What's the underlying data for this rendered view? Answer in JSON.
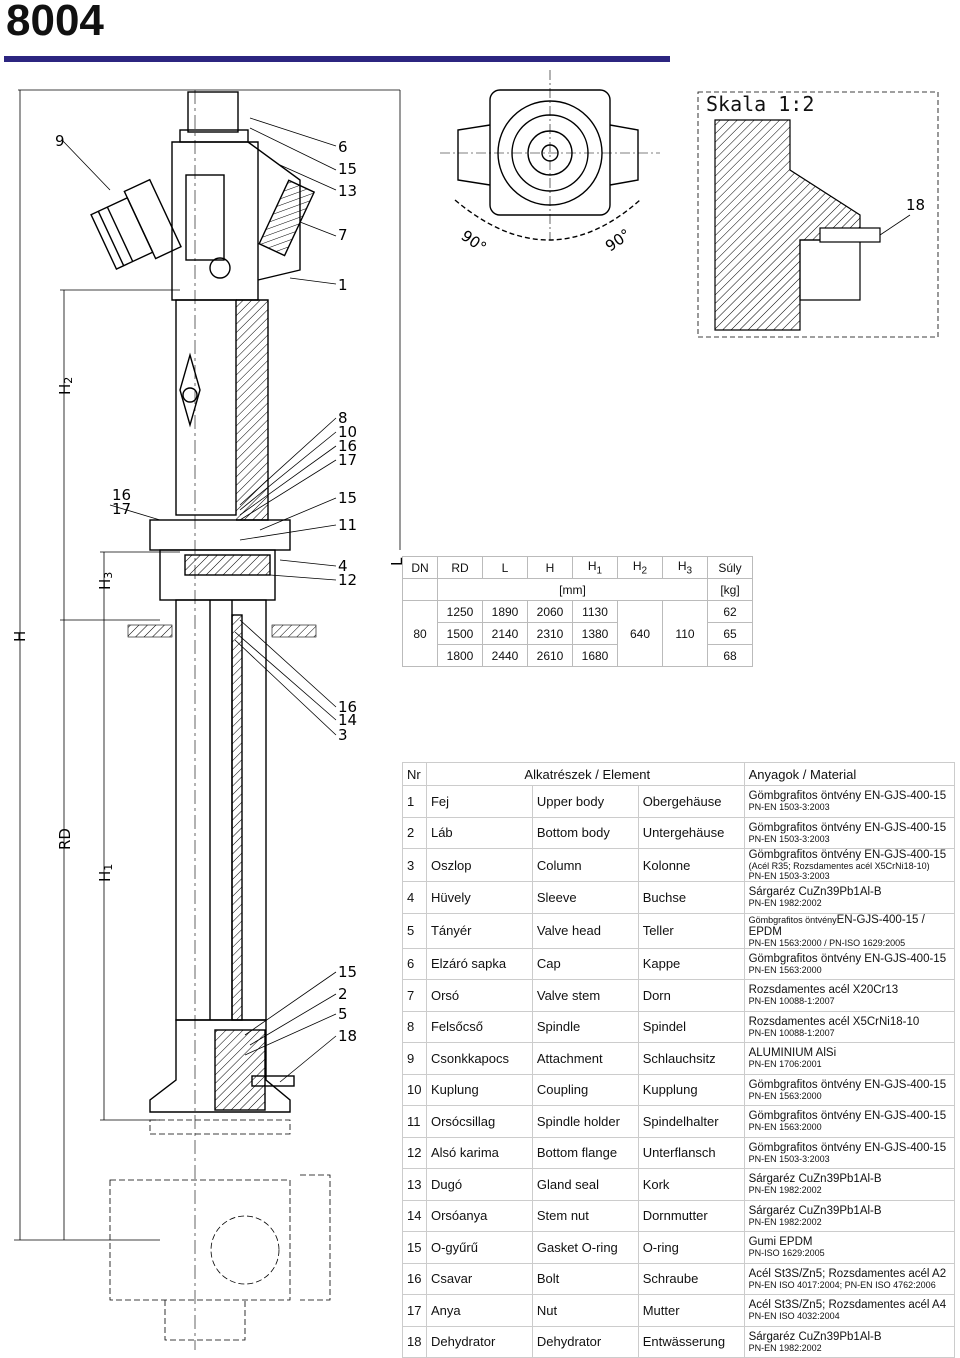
{
  "title": "8004",
  "scale_label": "Skala 1:2",
  "angles": [
    "90°",
    "90°"
  ],
  "callouts": {
    "c9": "9",
    "c6": "6",
    "c15a": "15",
    "c13": "13",
    "c7": "7",
    "c1": "1",
    "c8": "8",
    "c10": "10",
    "c16a": "16",
    "c17a": "17",
    "c15b": "15",
    "c16b": "16",
    "c17b": "17",
    "c11": "11",
    "c4": "4",
    "c12": "12",
    "c16c": "16",
    "c14": "14",
    "c3": "3",
    "c15c": "15",
    "c2": "2",
    "c5": "5",
    "c18a": "18",
    "c18b": "18"
  },
  "dims": {
    "H": "H",
    "H2": "H",
    "H2sub": "2",
    "H3": "H",
    "H3sub": "3",
    "RD": "RD",
    "H1": "H",
    "H1sub": "1",
    "L": "L"
  },
  "dim_table": {
    "headers": [
      "DN",
      "RD",
      "L",
      "H",
      "H",
      "H",
      "H",
      "Súly"
    ],
    "header_subs": [
      "",
      "",
      "",
      "",
      "1",
      "2",
      "3",
      ""
    ],
    "units": [
      "",
      "[mm]",
      "[kg]"
    ],
    "dn": "80",
    "h2": "640",
    "h3": "110",
    "rows": [
      [
        "1250",
        "1890",
        "2060",
        "1130",
        "62"
      ],
      [
        "1500",
        "2140",
        "2310",
        "1380",
        "65"
      ],
      [
        "1800",
        "2440",
        "2610",
        "1680",
        "68"
      ]
    ]
  },
  "parts_table": {
    "headers": {
      "nr": "Nr",
      "element": "Alkatrészek / Element",
      "material": "Anyagok / Material"
    },
    "rows": [
      {
        "nr": "1",
        "hu": "Fej",
        "en": "Upper body",
        "de": "Obergehäuse",
        "mat": "Gömbgrafitos öntvény  EN-GJS-400-15",
        "std": "PN-EN 1503-3:2003"
      },
      {
        "nr": "2",
        "hu": "Láb",
        "en": "Bottom body",
        "de": "Untergehäuse",
        "mat": "Gömbgrafitos öntvény  EN-GJS-400-15",
        "std": "PN-EN 1503-3:2003"
      },
      {
        "nr": "3",
        "hu": "Oszlop",
        "en": "Column",
        "de": "Kolonne",
        "mat": "Gömbgrafitos öntvény  EN-GJS-400-15",
        "mat2": "(Acél R35; Rozsdamentes acél X5CrNi18-10)",
        "std": "PN-EN 1503-3:2003"
      },
      {
        "nr": "4",
        "hu": "Hüvely",
        "en": "Sleeve",
        "de": "Buchse",
        "mat": "Sárgaréz CuZn39Pb1Al-B",
        "std": "PN-EN 1982:2002"
      },
      {
        "nr": "5",
        "hu": "Tányér",
        "en": "Valve head",
        "de": "Teller",
        "mat_small": "Gömbgrafitos öntvény",
        "mat": "EN-GJS-400-15 / EPDM",
        "std": "PN-EN 1563:2000 / PN-ISO 1629:2005"
      },
      {
        "nr": "6",
        "hu": "Elzáró sapka",
        "en": "Cap",
        "de": "Kappe",
        "mat": "Gömbgrafitos öntvény  EN-GJS-400-15",
        "std": "PN-EN 1563:2000"
      },
      {
        "nr": "7",
        "hu": "Orsó",
        "en": "Valve stem",
        "de": "Dorn",
        "mat": "Rozsdamentes acél X20Cr13",
        "std": "PN-EN 10088-1:2007"
      },
      {
        "nr": "8",
        "hu": "Felsőcső",
        "en": "Spindle",
        "de": "Spindel",
        "mat": "Rozsdamentes acél X5CrNi18-10",
        "std": "PN-EN 10088-1:2007"
      },
      {
        "nr": "9",
        "hu": "Csonkkapocs",
        "en": "Attachment",
        "de": "Schlauchsitz",
        "mat": "ALUMINIUM AlSi",
        "std": "PN-EN 1706:2001"
      },
      {
        "nr": "10",
        "hu": "Kuplung",
        "en": "Coupling",
        "de": "Kupplung",
        "mat": "Gömbgrafitos öntvény  EN-GJS-400-15",
        "std": "PN-EN 1563:2000"
      },
      {
        "nr": "11",
        "hu": "Orsócsillag",
        "en": "Spindle holder",
        "de": "Spindelhalter",
        "mat": "Gömbgrafitos öntvény  EN-GJS-400-15",
        "std": "PN-EN 1563:2000"
      },
      {
        "nr": "12",
        "hu": "Alsó karima",
        "en": "Bottom flange",
        "de": "Unterflansch",
        "mat": "Gömbgrafitos öntvény  EN-GJS-400-15",
        "std": "PN-EN 1503-3:2003"
      },
      {
        "nr": "13",
        "hu": "Dugó",
        "en": "Gland seal",
        "de": "Kork",
        "mat": "Sárgaréz CuZn39Pb1Al-B",
        "std": "PN-EN 1982:2002"
      },
      {
        "nr": "14",
        "hu": "Orsóanya",
        "en": "Stem nut",
        "de": "Dornmutter",
        "mat": "Sárgaréz CuZn39Pb1Al-B",
        "std": "PN-EN 1982:2002"
      },
      {
        "nr": "15",
        "hu": "O-gyűrű",
        "en": "Gasket O-ring",
        "de": "O-ring",
        "mat": "Gumi EPDM",
        "std": "PN-ISO 1629:2005"
      },
      {
        "nr": "16",
        "hu": "Csavar",
        "en": "Bolt",
        "de": "Schraube",
        "mat": "Acél St3S/Zn5; Rozsdamentes acél A2",
        "std": "PN-EN ISO 4017:2004; PN-EN ISO 4762:2006"
      },
      {
        "nr": "17",
        "hu": "Anya",
        "en": "Nut",
        "de": "Mutter",
        "mat": "Acél St3S/Zn5; Rozsdamentes acél A4",
        "std": "PN-EN ISO 4032:2004"
      },
      {
        "nr": "18",
        "hu": "Dehydrator",
        "en": "Dehydrator",
        "de": "Entwässerung",
        "mat": "Sárgaréz CuZn39Pb1Al-B",
        "std": "PN-EN 1982:2002"
      }
    ]
  }
}
